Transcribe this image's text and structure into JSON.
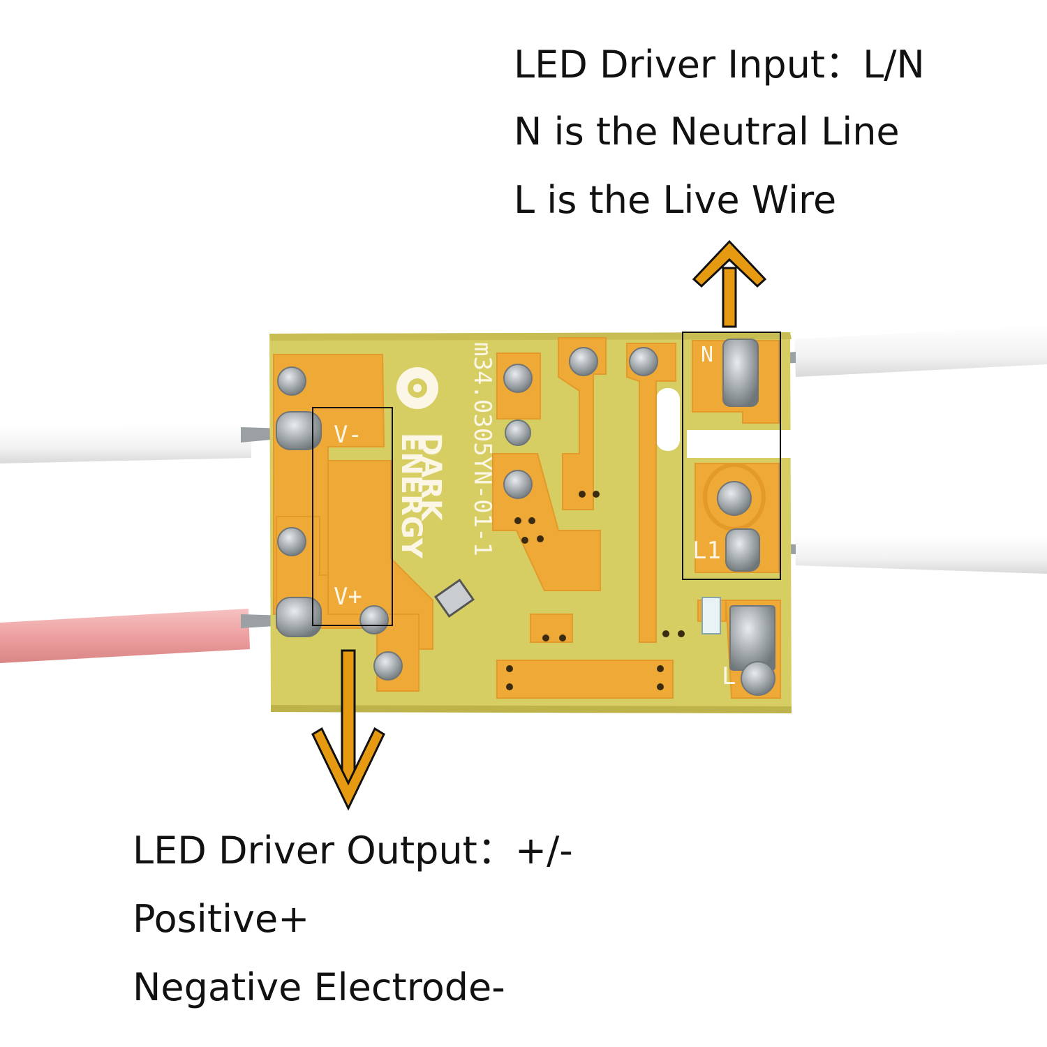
{
  "input_caption": {
    "title": "LED Driver Input：L/N",
    "line2": "N is the Neutral Line",
    "line3": "L is the Live Wire"
  },
  "output_caption": {
    "title": "LED Driver Output：+/-",
    "line2": "Positive+",
    "line3": "Negative Electrode-"
  },
  "board": {
    "part_number": "m34.0305YN-01-1",
    "brand_line1": "DARK",
    "brand_line2": "ENERGY",
    "labels": {
      "v_minus": "V-",
      "v_plus": "V+",
      "n": "N",
      "l1": "L1",
      "l": "L"
    }
  },
  "colors": {
    "arrow": "#e59a12",
    "pcb": "#d8d067",
    "copper": "#efaa3b",
    "solder": "#a7abae",
    "wire_white": "#f3f3f3",
    "wire_red": "#eea2a2"
  },
  "icons": {
    "input_arrow": "arrow-up-icon",
    "output_arrow": "arrow-down-icon"
  }
}
